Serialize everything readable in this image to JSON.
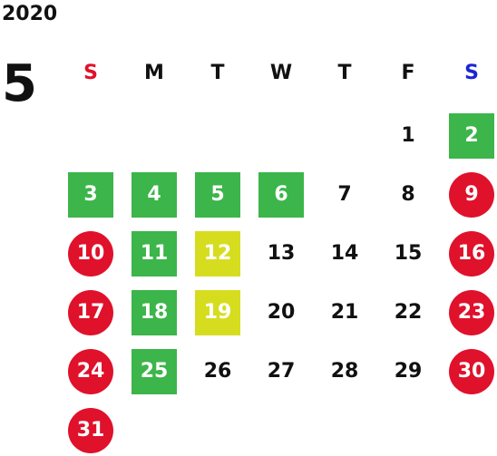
{
  "calendar": {
    "year": "2020",
    "month": "5",
    "weekdays": [
      {
        "label": "S",
        "color": "#e0112b"
      },
      {
        "label": "M",
        "color": "#111111"
      },
      {
        "label": "T",
        "color": "#111111"
      },
      {
        "label": "W",
        "color": "#111111"
      },
      {
        "label": "T",
        "color": "#111111"
      },
      {
        "label": "F",
        "color": "#111111"
      },
      {
        "label": "S",
        "color": "#1a25d6"
      }
    ],
    "colors": {
      "green": "#3cb54a",
      "yellow": "#d6dd1f",
      "red": "#e0112b"
    },
    "days": [
      {
        "label": "1",
        "style": "plain"
      },
      {
        "label": "2",
        "style": "green"
      },
      {
        "label": "3",
        "style": "green"
      },
      {
        "label": "4",
        "style": "green"
      },
      {
        "label": "5",
        "style": "green"
      },
      {
        "label": "6",
        "style": "green"
      },
      {
        "label": "7",
        "style": "plain"
      },
      {
        "label": "8",
        "style": "plain"
      },
      {
        "label": "9",
        "style": "red"
      },
      {
        "label": "10",
        "style": "red"
      },
      {
        "label": "11",
        "style": "green"
      },
      {
        "label": "12",
        "style": "yellow"
      },
      {
        "label": "13",
        "style": "plain"
      },
      {
        "label": "14",
        "style": "plain"
      },
      {
        "label": "15",
        "style": "plain"
      },
      {
        "label": "16",
        "style": "red"
      },
      {
        "label": "17",
        "style": "red"
      },
      {
        "label": "18",
        "style": "green"
      },
      {
        "label": "19",
        "style": "yellow"
      },
      {
        "label": "20",
        "style": "plain"
      },
      {
        "label": "21",
        "style": "plain"
      },
      {
        "label": "22",
        "style": "plain"
      },
      {
        "label": "23",
        "style": "red"
      },
      {
        "label": "24",
        "style": "red"
      },
      {
        "label": "25",
        "style": "green"
      },
      {
        "label": "26",
        "style": "plain"
      },
      {
        "label": "27",
        "style": "plain"
      },
      {
        "label": "28",
        "style": "plain"
      },
      {
        "label": "29",
        "style": "plain"
      },
      {
        "label": "30",
        "style": "red"
      },
      {
        "label": "31",
        "style": "red"
      }
    ]
  }
}
